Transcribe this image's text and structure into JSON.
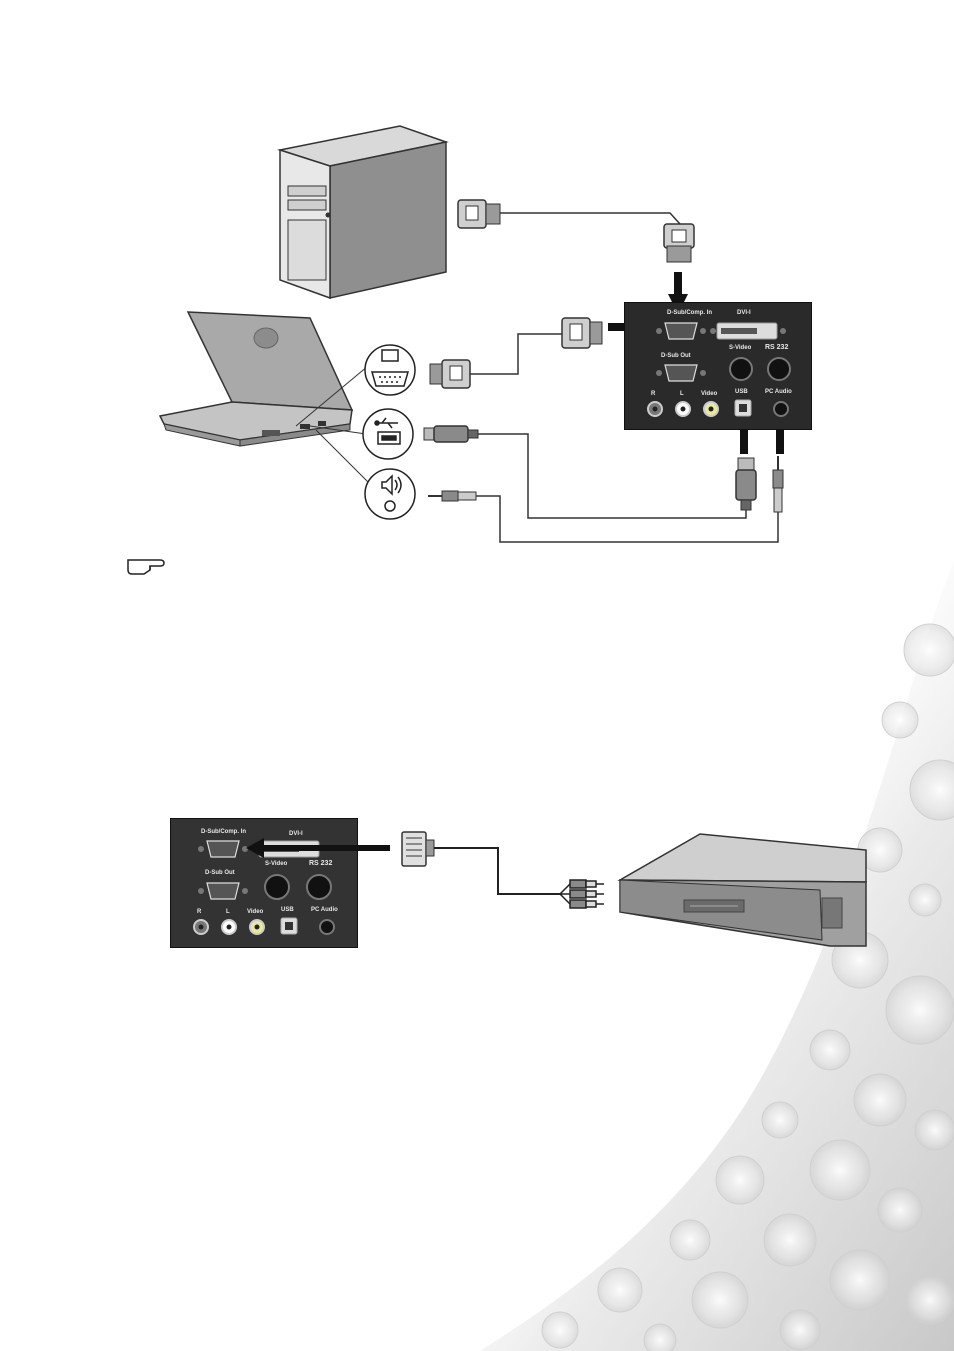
{
  "colors": {
    "panel_bg": "#2a2a2a",
    "panel_text": "#e8e8e8",
    "cable": "#333333",
    "arrow": "#111111",
    "device_gray": "#bdbdbd"
  },
  "icons": {
    "note": "pointing-hand-icon",
    "monitor_port": "monitor-icon",
    "usb_port": "usb-icon",
    "audio_port": "speaker-icon"
  },
  "panel_top": {
    "dsub_in": "D-Sub/Comp. In",
    "dvi": "DVI-I",
    "dsub_out": "D-Sub Out",
    "svideo": "S-Video",
    "rs232": "RS 232",
    "r": "R",
    "l": "L",
    "video": "Video",
    "usb": "USB",
    "pc_audio": "PC Audio"
  },
  "panel_bottom": {
    "dsub_in": "D-Sub/Comp. In",
    "dvi": "DVI-I",
    "dsub_out": "D-Sub Out",
    "svideo": "S-Video",
    "rs232": "RS 232",
    "r": "R",
    "l": "L",
    "video": "Video",
    "usb": "USB",
    "pc_audio": "PC Audio"
  }
}
